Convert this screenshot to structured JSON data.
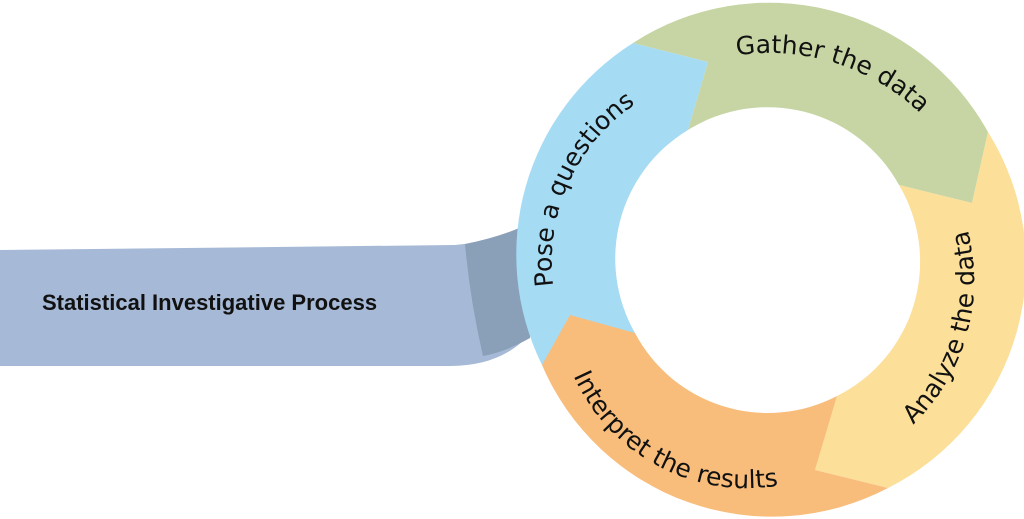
{
  "banner": {
    "label": "Statistical Investigative Process",
    "color": "#A6B9D6",
    "shade_color": "#8A9FB8"
  },
  "cycle": {
    "steps": [
      {
        "label": "Pose a questions",
        "color": "#A6DBF4"
      },
      {
        "label": "Gather the data",
        "color": "#C6D5A3"
      },
      {
        "label": "Analyze the data",
        "color": "#FCDF98"
      },
      {
        "label": "Interpret the results",
        "color": "#F8BD7B"
      }
    ]
  }
}
